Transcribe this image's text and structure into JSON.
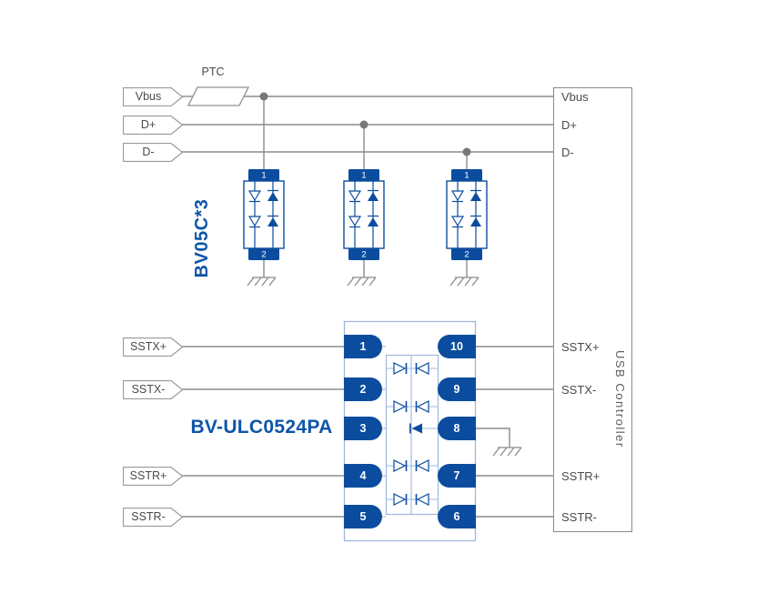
{
  "colors": {
    "primary_blue": "#0b4c9e",
    "label_blue": "#0e55a8",
    "light_blue_outline": "#9db9de",
    "wire_gray": "#8c8c8c",
    "label_gray": "#4a4a4a"
  },
  "input_tags": {
    "vbus": "Vbus",
    "d_plus": "D+",
    "d_minus": "D-",
    "sstx_plus": "SSTX+",
    "sstx_minus": "SSTX-",
    "sstr_plus": "SSTR+",
    "sstr_minus": "SSTR-"
  },
  "ptc": {
    "label": "PTC"
  },
  "tvs_array": {
    "label": "BV05C*3",
    "pin_top": "1",
    "pin_bottom": "2"
  },
  "esd_chip": {
    "label": "BV-ULC0524PA",
    "left_pins": [
      "1",
      "2",
      "3",
      "4",
      "5"
    ],
    "right_pins": [
      "10",
      "9",
      "8",
      "7",
      "6"
    ]
  },
  "usb_controller": {
    "label": "USB Controller",
    "pin_labels": {
      "vbus": "Vbus",
      "d_plus": "D+",
      "d_minus": "D-",
      "sstx_plus": "SSTX+",
      "sstx_minus": "SSTX-",
      "sstr_plus": "SSTR+",
      "sstr_minus": "SSTR-"
    }
  }
}
